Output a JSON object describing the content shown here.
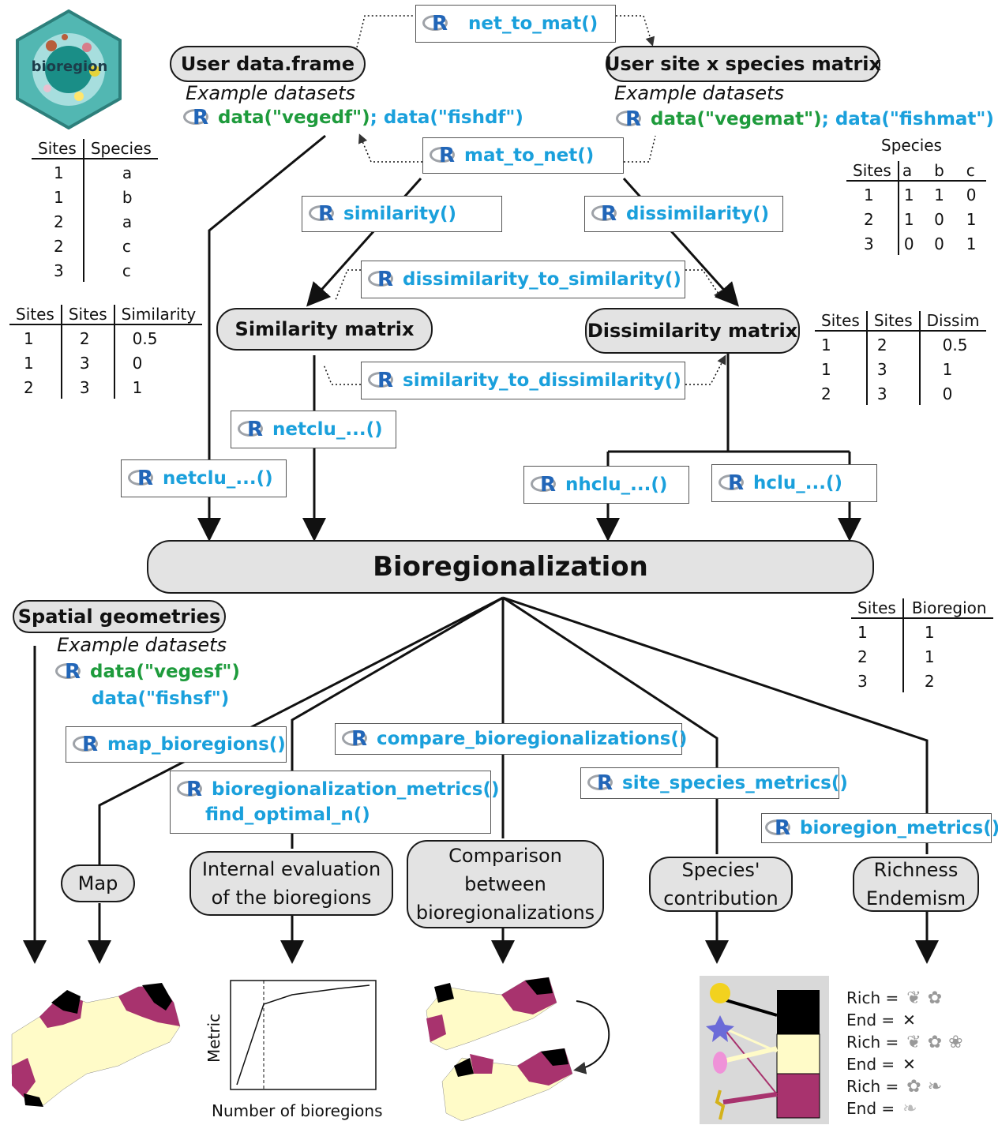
{
  "nodes": {
    "user_df": "User data.frame",
    "user_mat": "User site x species matrix",
    "similarity": "Similarity matrix",
    "dissimilarity": "Dissimilarity matrix",
    "bioreg": "Bioregionalization",
    "spatial": "Spatial geometries",
    "map": "Map",
    "internal": "Internal evaluation of the bioregions",
    "comparison": "Comparison between bioregionalizations",
    "species_contrib": "Species' contribution",
    "richness": "Richness Endemism"
  },
  "examples": {
    "label": "Example datasets",
    "df_a": "data(\"vegedf\")",
    "df_sep": ";",
    "df_b": "data(\"fishdf\")",
    "mat_a": "data(\"vegemat\")",
    "mat_sep": ";",
    "mat_b": "data(\"fishmat\")",
    "sf_a": "data(\"vegesf\")",
    "sf_b": "data(\"fishsf\")"
  },
  "functions": {
    "net_to_mat": "net_to_mat()",
    "mat_to_net": "mat_to_net()",
    "similarity": "similarity()",
    "dissimilarity": "dissimilarity()",
    "d2s": "dissimilarity_to_similarity()",
    "s2d": "similarity_to_dissimilarity()",
    "netclu_a": "netclu_...()",
    "netclu_b": "netclu_...()",
    "nhclu": "nhclu_...()",
    "hclu": "hclu_...()",
    "map": "map_bioregions()",
    "compare": "compare_bioregionalizations()",
    "bmetrics": "bioregionalization_metrics()",
    "optimal": "find_optimal_n()",
    "ssmetrics": "site_species_metrics()",
    "brmetrics": "bioregion_metrics()"
  },
  "logo": {
    "text": "bioregion",
    "icon": "hexagon-logo"
  },
  "tables": {
    "net": {
      "headers": [
        "Sites",
        "Species"
      ],
      "rows": [
        [
          "1",
          "a"
        ],
        [
          "1",
          "b"
        ],
        [
          "2",
          "a"
        ],
        [
          "2",
          "c"
        ],
        [
          "3",
          "c"
        ]
      ]
    },
    "mat": {
      "title": "Species",
      "headers": [
        "Sites",
        "a",
        "b",
        "c"
      ],
      "rows": [
        [
          "1",
          "1",
          "1",
          "0"
        ],
        [
          "2",
          "1",
          "0",
          "1"
        ],
        [
          "3",
          "0",
          "0",
          "1"
        ]
      ]
    },
    "sim": {
      "headers": [
        "Sites",
        "Sites",
        "Similarity"
      ],
      "rows": [
        [
          "1",
          "2",
          "0.5"
        ],
        [
          "1",
          "3",
          "0"
        ],
        [
          "2",
          "3",
          "1"
        ]
      ]
    },
    "dis": {
      "headers": [
        "Sites",
        "Sites",
        "Dissim"
      ],
      "rows": [
        [
          "1",
          "2",
          "0.5"
        ],
        [
          "1",
          "3",
          "1"
        ],
        [
          "2",
          "3",
          "0"
        ]
      ]
    },
    "bio": {
      "headers": [
        "Sites",
        "Bioregion"
      ],
      "rows": [
        [
          "1",
          "1"
        ],
        [
          "2",
          "1"
        ],
        [
          "3",
          "2"
        ]
      ]
    }
  },
  "plot": {
    "xlabel": "Number of bioregions",
    "ylabel": "Metric"
  },
  "legend": {
    "rich": "Rich =",
    "end": "End =",
    "cross": "✕"
  },
  "colors": {
    "pill": "#e3e3e3",
    "function": "#1aa0dc",
    "dataset": "#1e9b3c",
    "black": "#000000",
    "cream": "#fffbc8",
    "magenta": "#a8336e"
  }
}
